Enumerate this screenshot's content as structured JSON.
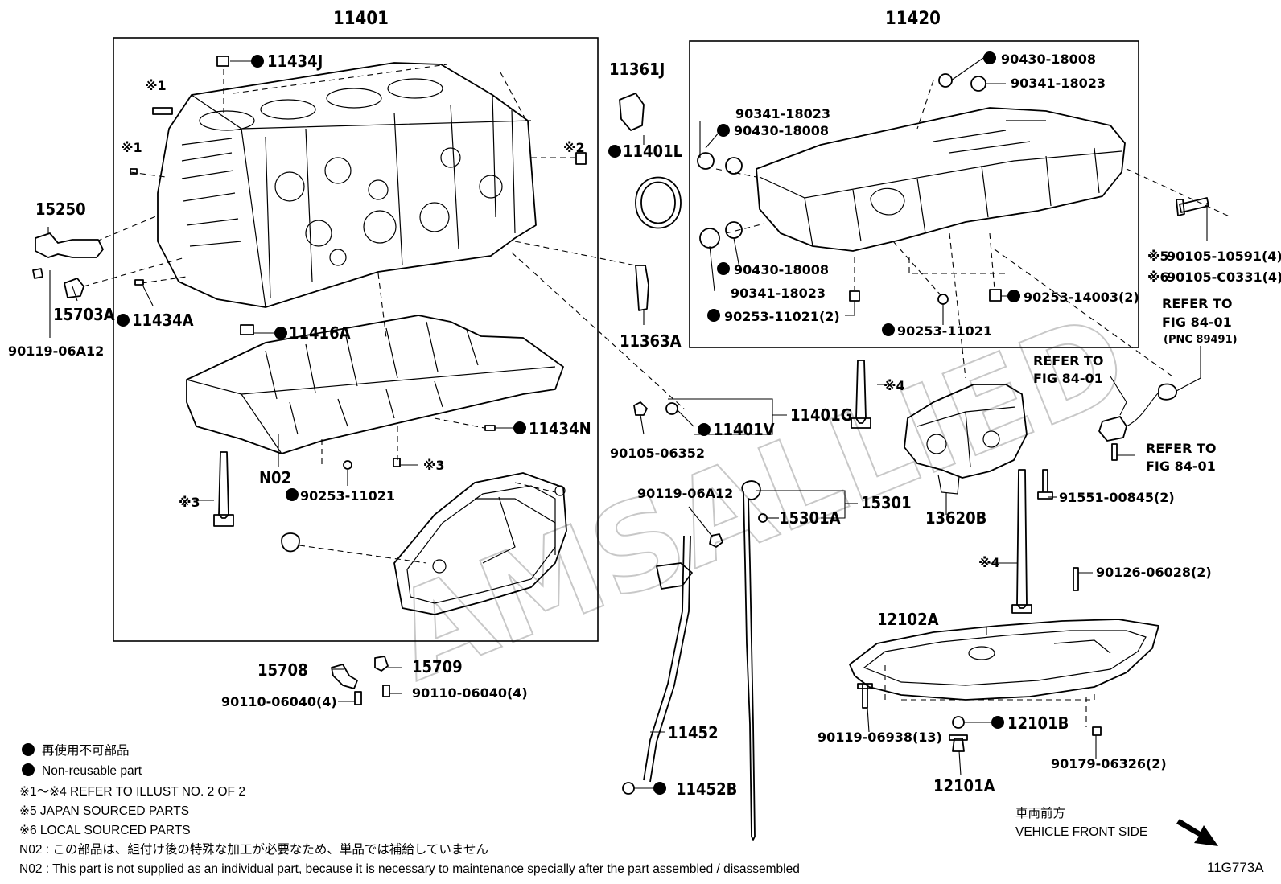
{
  "watermark": "AMSALLIED",
  "figure_code": "11G773A",
  "orientation": {
    "jp": "車両前方",
    "en": "VEHICLE FRONT SIDE"
  },
  "parts": {
    "p11401": "11401",
    "p11420": "11420",
    "p11434J": "11434J",
    "p15250": "15250",
    "p15703A": "15703A",
    "p11434A": "11434A",
    "p90119_06A12_left": "90119-06A12",
    "p11416A": "11416A",
    "p11434N": "11434N",
    "pN02": "N02",
    "p90253_11021_left": "90253-11021",
    "p11361J": "11361J",
    "p11401L": "11401L",
    "p11363A": "11363A",
    "p11401G": "11401G",
    "p11401V": "11401V",
    "p90105_06352": "90105-06352",
    "p90119_06A12_mid": "90119-06A12",
    "p15301": "15301",
    "p15301A": "15301A",
    "p15708": "15708",
    "p15709": "15709",
    "p90110_06040_a": "90110-06040(4)",
    "p90110_06040_b": "90110-06040(4)",
    "p11452": "11452",
    "p11452B": "11452B",
    "p90430_18008_a": "90430-18008",
    "p90341_18023_a": "90341-18023",
    "p90341_18023_b": "90341-18023",
    "p90430_18008_b": "90430-18008",
    "p90430_18008_c": "90430-18008",
    "p90341_18023_c": "90341-18023",
    "p90253_11021_2": "90253-11021(2)",
    "p90253_11021_box": "90253-11021",
    "p90253_14003": "90253-14003(2)",
    "p90105_10591": "90105-10591(4)",
    "p90105_C0331": "90105-C0331(4)",
    "p13620B": "13620B",
    "p91551_00845": "91551-00845(2)",
    "p90126_06028": "90126-06028(2)",
    "p12102A": "12102A",
    "p12101B": "12101B",
    "p12101A": "12101A",
    "p90119_06938": "90119-06938(13)",
    "p90179_06326": "90179-06326(2)"
  },
  "marks": {
    "m1a": "※1",
    "m1b": "※1",
    "m2": "※2",
    "m3a": "※3",
    "m3b": "※3",
    "m4a": "※4",
    "m4b": "※4",
    "m5": "※5",
    "m6": "※6"
  },
  "refers": {
    "ref1_l1": "REFER TO",
    "ref1_l2": "FIG 84-01",
    "ref1_l3": "(PNC 89491)",
    "ref2_l1": "REFER TO",
    "ref2_l2": "FIG 84-01",
    "ref3_l1": "REFER TO",
    "ref3_l2": "FIG 84-01"
  },
  "legend": {
    "jp_nonreusable": "再使用不可部品",
    "en_nonreusable": "Non-reusable part",
    "note1": "※1～※4  REFER TO ILLUST NO. 2 OF 2",
    "note5": "※5  JAPAN SOURCED PARTS",
    "note6": "※6  LOCAL SOURCED PARTS",
    "n02_jp": "N02 : この部品は、組付け後の特殊な加工が必要なため、単品では補給していません",
    "n02_en": "N02 : This part is not supplied as an individual part, because it is necessary to maintenance specially after the part assembled / disassembled"
  }
}
